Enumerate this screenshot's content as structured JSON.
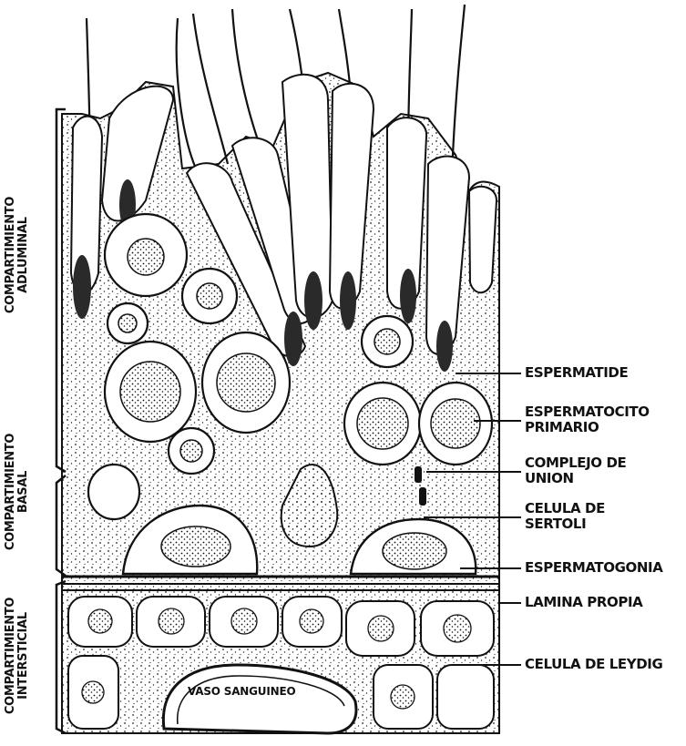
{
  "compartments": {
    "adluminal": [
      "COMPARTIMIENTO",
      "ADLUMINAL"
    ],
    "basal": [
      "COMPARTIMIENTO",
      "BASAL"
    ],
    "intersticial": [
      "COMPARTIMIENTO",
      "INTERSTICIAL"
    ]
  },
  "labels": {
    "espermatide": "ESPERMATIDE",
    "espermatocito": [
      "ESPERMATOCITO",
      "PRIMARIO"
    ],
    "complejo": [
      "COMPLEJO DE",
      "UNION"
    ],
    "sertoli": [
      "CELULA DE",
      "SERTOLI"
    ],
    "espermatogonia": "ESPERMATOGONIA",
    "lamina": "LAMINA PROPIA",
    "leydig": "CELULA DE LEYDIG",
    "vaso": "VASO SANGUINEO"
  },
  "colors": {
    "ink": "#111111",
    "paper": "#ffffff",
    "shade": "#3a3a3a"
  }
}
